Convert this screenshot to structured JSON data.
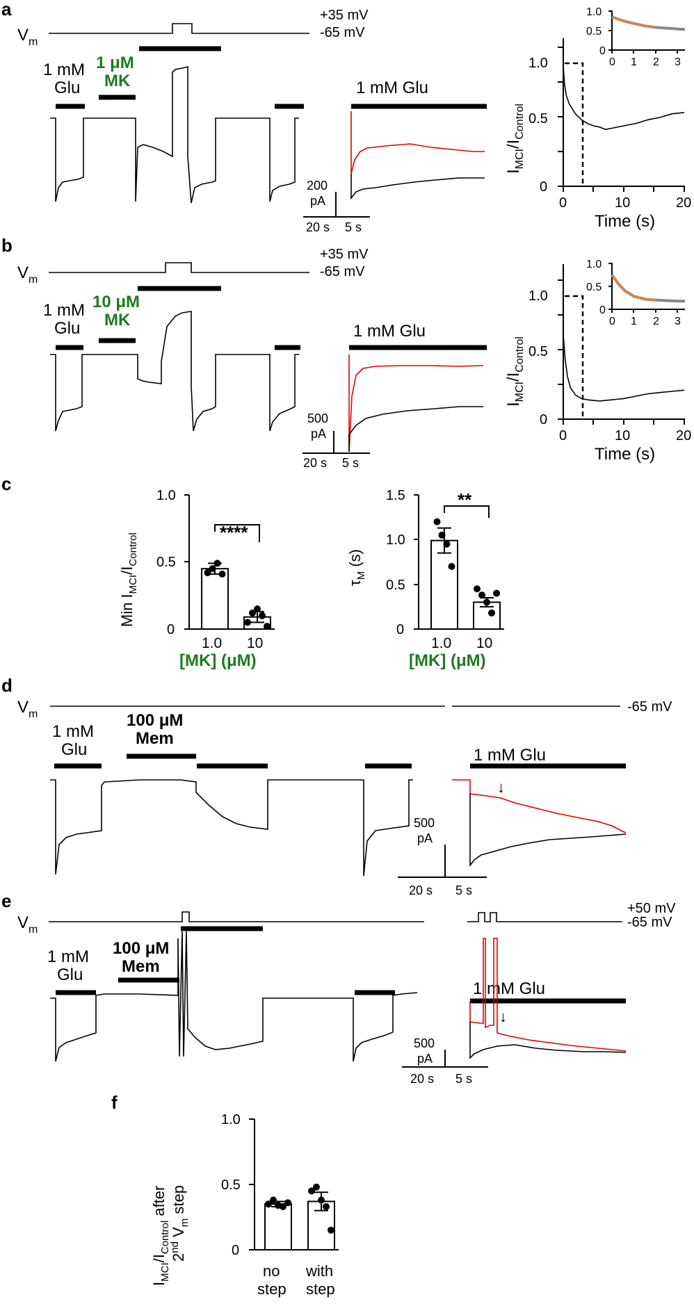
{
  "panels": {
    "a": "a",
    "b": "b",
    "c": "c",
    "d": "d",
    "e": "e",
    "f": "f"
  },
  "common": {
    "vm_label": "V",
    "vm_sub": "m",
    "glu_1mM_l1": "1 mM",
    "glu_1mM_l2": "Glu",
    "glu_1mM": "1 mM Glu",
    "time_label": "Time (s)",
    "scale_time_1": "20 s",
    "scale_time_2": "5 s",
    "scale_pa": "pA"
  },
  "panel_a": {
    "v_high": "+35 mV",
    "v_low": "-65 mV",
    "drug_l1": "1 μM",
    "drug_l2": "MK",
    "scale_current": "200"
  },
  "panel_b": {
    "v_high": "+35 mV",
    "v_low": "-65 mV",
    "drug_l1": "10 μM",
    "drug_l2": "MK",
    "scale_current": "500"
  },
  "panel_d": {
    "v_low": "-65 mV",
    "drug_l1": "100 μM",
    "drug_l2": "Mem",
    "scale_current": "500",
    "arrow": "↓",
    "drug_color": "#e040e0"
  },
  "panel_e": {
    "v_high": "+50 mV",
    "v_low": "-65 mV",
    "drug_l1": "100 μM",
    "drug_l2": "Mem",
    "scale_current": "500",
    "arrow": "↓"
  },
  "chart_data": [
    {
      "id": "a-ratio",
      "type": "line",
      "ylabel": "I_MCI/I_Control",
      "xlabel": "Time (s)",
      "xlim": [
        0,
        20
      ],
      "ylim": [
        0,
        1.15
      ],
      "xticks": [
        "0",
        "10",
        "20"
      ],
      "yticks": [
        "0",
        "0.5",
        "1.0"
      ],
      "x": [
        0,
        0.2,
        0.5,
        1,
        2,
        3,
        4,
        5,
        6,
        7,
        8,
        10,
        12,
        14,
        16,
        18,
        20
      ],
      "y": [
        1.0,
        0.85,
        0.75,
        0.68,
        0.6,
        0.55,
        0.52,
        0.5,
        0.49,
        0.47,
        0.48,
        0.5,
        0.52,
        0.55,
        0.57,
        0.6,
        0.61
      ],
      "marker_x": 3.2,
      "inset": {
        "xlim": [
          0,
          3.3
        ],
        "ylim": [
          0,
          1.0
        ],
        "xticks": [
          "0",
          "1",
          "2",
          "3"
        ],
        "yticks": [
          "0",
          "0.5",
          "1.0"
        ],
        "x": [
          0,
          0.5,
          1,
          1.5,
          2,
          2.5,
          3,
          3.3
        ],
        "y": [
          0.85,
          0.75,
          0.68,
          0.62,
          0.58,
          0.56,
          0.54,
          0.53
        ]
      }
    },
    {
      "id": "b-ratio",
      "type": "line",
      "ylabel": "I_MCI/I_Control",
      "xlabel": "Time (s)",
      "xlim": [
        0,
        20
      ],
      "ylim": [
        0,
        1.15
      ],
      "xticks": [
        "0",
        "10",
        "20"
      ],
      "yticks": [
        "0",
        "0.5",
        "1.0"
      ],
      "x": [
        0,
        0.3,
        0.7,
        1.2,
        2,
        3,
        4,
        6,
        8,
        10,
        12,
        14,
        16,
        18,
        20
      ],
      "y": [
        0.7,
        0.5,
        0.35,
        0.26,
        0.2,
        0.17,
        0.16,
        0.15,
        0.16,
        0.17,
        0.19,
        0.21,
        0.22,
        0.23,
        0.24
      ],
      "marker_x": 3.2,
      "inset": {
        "xlim": [
          0,
          3.3
        ],
        "ylim": [
          0,
          1.0
        ],
        "xticks": [
          "0",
          "1",
          "2",
          "3"
        ],
        "yticks": [
          "0",
          "0.5",
          "1.0"
        ],
        "x": [
          0,
          0.3,
          0.6,
          1,
          1.5,
          2,
          2.5,
          3,
          3.3
        ],
        "y": [
          0.75,
          0.55,
          0.4,
          0.28,
          0.22,
          0.2,
          0.19,
          0.18,
          0.18
        ]
      }
    },
    {
      "id": "c-min",
      "type": "bar",
      "ylabel": "Min I_MCI/I_Control",
      "xlabel": "[MK] (μM)",
      "categories": [
        "1.0",
        "10"
      ],
      "values": [
        0.45,
        0.09
      ],
      "sem": [
        0.04,
        0.04
      ],
      "points": [
        [
          0.42,
          0.45,
          0.49,
          0.41
        ],
        [
          0.05,
          0.12,
          0.15,
          0.1,
          0.02
        ]
      ],
      "ylim": [
        0,
        1.0
      ],
      "yticks": [
        "0",
        "0.5",
        "1.0"
      ],
      "sig": "****"
    },
    {
      "id": "c-tau",
      "type": "bar",
      "ylabel": "τ_M (s)",
      "xlabel": "[MK] (μM)",
      "categories": [
        "1.0",
        "10"
      ],
      "values": [
        0.99,
        0.3
      ],
      "sem": [
        0.14,
        0.05
      ],
      "points": [
        [
          1.2,
          1.05,
          0.95,
          0.7
        ],
        [
          0.45,
          0.38,
          0.3,
          0.18,
          0.4
        ]
      ],
      "ylim": [
        0,
        1.5
      ],
      "yticks": [
        "0",
        "0.5",
        "1.0",
        "1.5"
      ],
      "sig": "**"
    },
    {
      "id": "f",
      "type": "bar",
      "ylabel": "I_MCI/I_Control after 2nd V_m step",
      "categories": [
        "no step",
        "with step"
      ],
      "values": [
        0.35,
        0.37
      ],
      "sem": [
        0.02,
        0.07
      ],
      "points": [
        [
          0.35,
          0.38,
          0.34,
          0.33,
          0.36
        ],
        [
          0.45,
          0.48,
          0.38,
          0.33,
          0.15
        ]
      ],
      "ylim": [
        0,
        1.0
      ],
      "yticks": [
        "0",
        "0.5",
        "1.0"
      ]
    }
  ]
}
